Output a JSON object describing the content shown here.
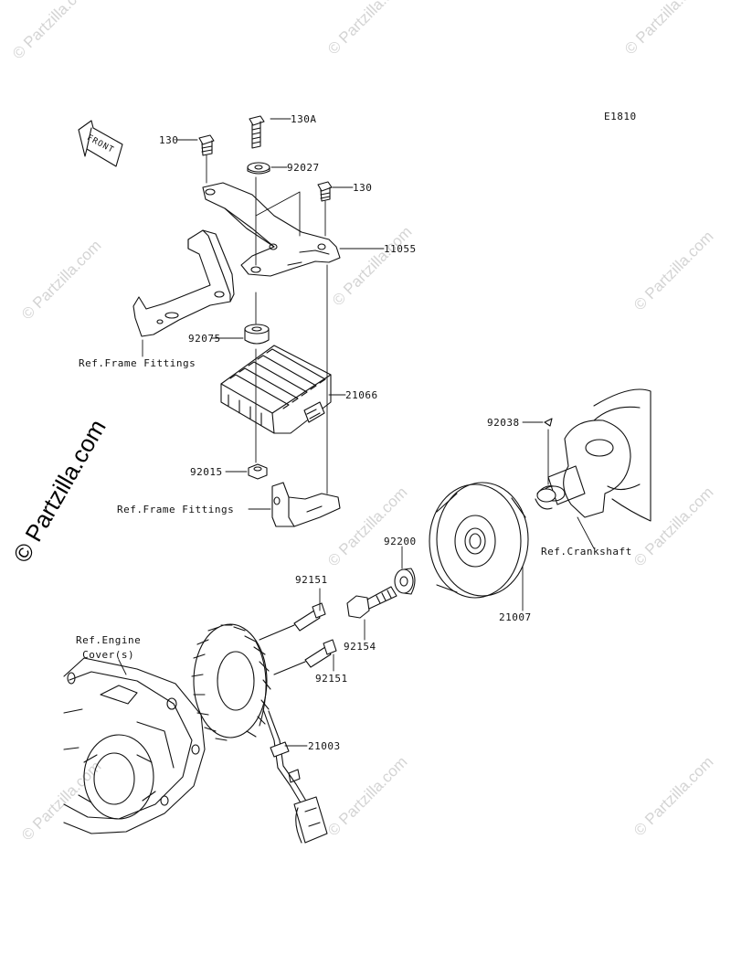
{
  "diagram_code": "E1810",
  "front_label": "FRONT",
  "watermark": "© Partzilla.com",
  "parts": {
    "p130a": "130A",
    "p130_left": "130",
    "p92027": "92027",
    "p130_right": "130",
    "p11055": "11055",
    "p92075": "92075",
    "ref_frame_1": "Ref.Frame Fittings",
    "p21066": "21066",
    "p92015": "92015",
    "ref_frame_2": "Ref.Frame Fittings",
    "p92038": "92038",
    "p92200": "92200",
    "ref_crankshaft": "Ref.Crankshaft",
    "p92151_top": "92151",
    "p21007": "21007",
    "ref_engine_cover": "Ref.Engine\n Cover(s)",
    "p92154": "92154",
    "p92151_bottom": "92151",
    "p21003": "21003"
  }
}
